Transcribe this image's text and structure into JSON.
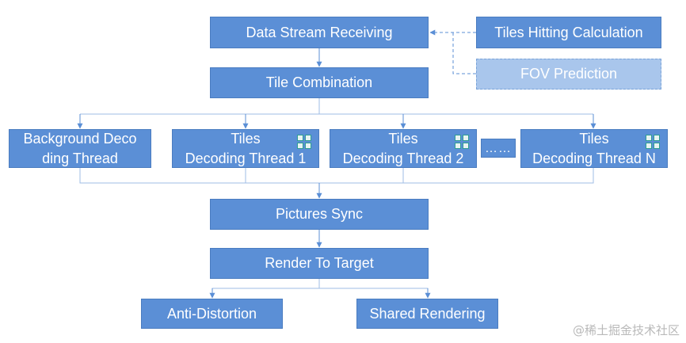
{
  "nodes": {
    "data_stream_receiving": "Data Stream Receiving",
    "tiles_hitting_calculation": "Tiles Hitting Calculation",
    "fov_prediction": "FOV Prediction",
    "tile_combination": "Tile Combination",
    "background_decoding_thread": "Background Deco\nding Thread",
    "tiles_decoding_thread_1": "Tiles\nDecoding Thread 1",
    "tiles_decoding_thread_2": "Tiles\nDecoding Thread 2",
    "ellipsis": "……",
    "tiles_decoding_thread_n": "Tiles\nDecoding Thread N",
    "pictures_sync": "Pictures Sync",
    "render_to_target": "Render To Target",
    "anti_distortion": "Anti-Distortion",
    "shared_rendering": "Shared Rendering"
  },
  "icons": {
    "tile_grid": "tile-grid-icon"
  },
  "watermark": "@稀土掘金技术社区",
  "colors": {
    "box_fill": "#5b8fd6",
    "box_border": "#4a7cc0",
    "dashed_box_fill": "#a9c6ec",
    "connector": "#5b8fd6",
    "tile_icon": "#2e9e93",
    "watermark": "#b9b9b9"
  }
}
